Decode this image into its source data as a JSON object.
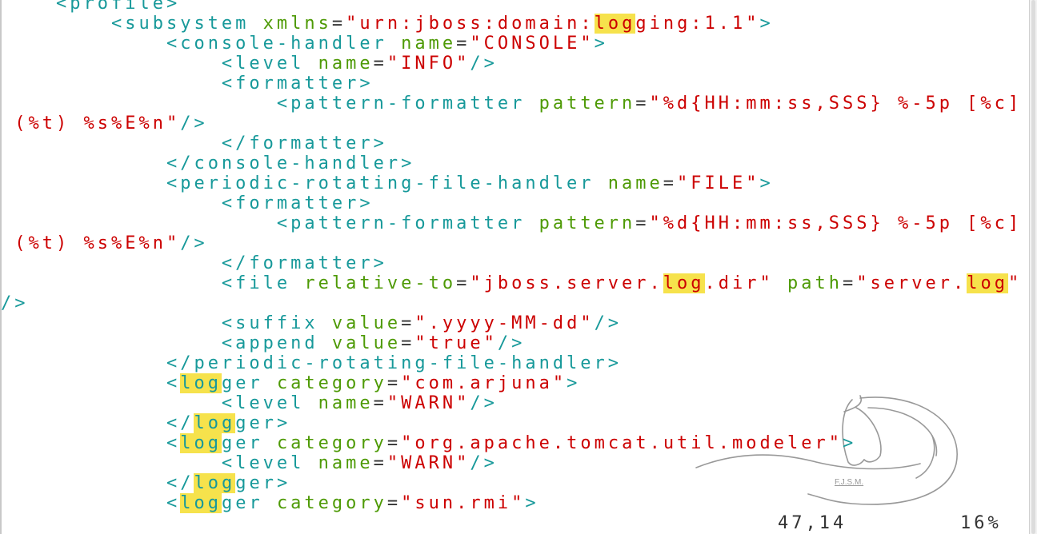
{
  "editor": {
    "colors": {
      "tag": "#17999a",
      "attribute": "#4e9a06",
      "string": "#cc0000",
      "highlight": "#f6e24c"
    },
    "lines": [
      [
        [
          "o",
          "    "
        ],
        [
          "t",
          "<profile>"
        ]
      ],
      [
        [
          "o",
          "        "
        ],
        [
          "t",
          "<subsystem "
        ],
        [
          "a",
          "xmlns"
        ],
        [
          "o",
          "="
        ],
        [
          "s",
          "\"urn:jboss:domain:"
        ],
        [
          "sh",
          "log"
        ],
        [
          "s",
          "ging:1.1\""
        ],
        [
          "t",
          ">"
        ]
      ],
      [
        [
          "o",
          "            "
        ],
        [
          "t",
          "<console-handler "
        ],
        [
          "a",
          "name"
        ],
        [
          "o",
          "="
        ],
        [
          "s",
          "\"CONSOLE\""
        ],
        [
          "t",
          ">"
        ]
      ],
      [
        [
          "o",
          "                "
        ],
        [
          "t",
          "<level "
        ],
        [
          "a",
          "name"
        ],
        [
          "o",
          "="
        ],
        [
          "s",
          "\"INFO\""
        ],
        [
          "t",
          "/>"
        ]
      ],
      [
        [
          "o",
          "                "
        ],
        [
          "t",
          "<formatter>"
        ]
      ],
      [
        [
          "o",
          "                    "
        ],
        [
          "t",
          "<pattern-formatter "
        ],
        [
          "a",
          "pattern"
        ],
        [
          "o",
          "="
        ],
        [
          "s",
          "\"%d{HH:mm:ss,SSS} %-5p [%c]"
        ]
      ],
      [
        [
          "s",
          " (%t) %s%E%n\""
        ],
        [
          "t",
          "/>"
        ]
      ],
      [
        [
          "o",
          "                "
        ],
        [
          "t",
          "</formatter>"
        ]
      ],
      [
        [
          "o",
          "            "
        ],
        [
          "t",
          "</console-handler>"
        ]
      ],
      [
        [
          "o",
          "            "
        ],
        [
          "t",
          "<periodic-rotating-file-handler "
        ],
        [
          "a",
          "name"
        ],
        [
          "o",
          "="
        ],
        [
          "s",
          "\"FILE\""
        ],
        [
          "t",
          ">"
        ]
      ],
      [
        [
          "o",
          "                "
        ],
        [
          "t",
          "<formatter>"
        ]
      ],
      [
        [
          "o",
          "                    "
        ],
        [
          "t",
          "<pattern-formatter "
        ],
        [
          "a",
          "pattern"
        ],
        [
          "o",
          "="
        ],
        [
          "s",
          "\"%d{HH:mm:ss,SSS} %-5p [%c]"
        ]
      ],
      [
        [
          "s",
          " (%t) %s%E%n\""
        ],
        [
          "t",
          "/>"
        ]
      ],
      [
        [
          "o",
          "                "
        ],
        [
          "t",
          "</formatter>"
        ]
      ],
      [
        [
          "o",
          "                "
        ],
        [
          "t",
          "<file "
        ],
        [
          "a",
          "relative-to"
        ],
        [
          "o",
          "="
        ],
        [
          "s",
          "\"jboss.server."
        ],
        [
          "sh",
          "log"
        ],
        [
          "s",
          ".dir\" "
        ],
        [
          "a",
          "path"
        ],
        [
          "o",
          "="
        ],
        [
          "s",
          "\"server."
        ],
        [
          "sh",
          "log"
        ],
        [
          "s",
          "\""
        ]
      ],
      [
        [
          "t",
          "/>"
        ]
      ],
      [
        [
          "o",
          "                "
        ],
        [
          "t",
          "<suffix "
        ],
        [
          "a",
          "value"
        ],
        [
          "o",
          "="
        ],
        [
          "s",
          "\".yyyy-MM-dd\""
        ],
        [
          "t",
          "/>"
        ]
      ],
      [
        [
          "o",
          "                "
        ],
        [
          "t",
          "<append "
        ],
        [
          "a",
          "value"
        ],
        [
          "o",
          "="
        ],
        [
          "s",
          "\"true\""
        ],
        [
          "t",
          "/>"
        ]
      ],
      [
        [
          "o",
          "            "
        ],
        [
          "t",
          "</periodic-rotating-file-handler>"
        ]
      ],
      [
        [
          "o",
          "            "
        ],
        [
          "t",
          "<"
        ],
        [
          "th",
          "log"
        ],
        [
          "t",
          "ger "
        ],
        [
          "a",
          "category"
        ],
        [
          "o",
          "="
        ],
        [
          "s",
          "\"com.arjuna\""
        ],
        [
          "t",
          ">"
        ]
      ],
      [
        [
          "o",
          "                "
        ],
        [
          "t",
          "<level "
        ],
        [
          "a",
          "name"
        ],
        [
          "o",
          "="
        ],
        [
          "s",
          "\"WARN\""
        ],
        [
          "t",
          "/>"
        ]
      ],
      [
        [
          "o",
          "            "
        ],
        [
          "t",
          "</"
        ],
        [
          "th",
          "log"
        ],
        [
          "t",
          "ger>"
        ]
      ],
      [
        [
          "o",
          "            "
        ],
        [
          "t",
          "<"
        ],
        [
          "th",
          "log"
        ],
        [
          "t",
          "ger "
        ],
        [
          "a",
          "category"
        ],
        [
          "o",
          "="
        ],
        [
          "s",
          "\"org.apache.tomcat.util.modeler\""
        ],
        [
          "t",
          ">"
        ]
      ],
      [
        [
          "o",
          "                "
        ],
        [
          "t",
          "<level "
        ],
        [
          "a",
          "name"
        ],
        [
          "o",
          "="
        ],
        [
          "s",
          "\"WARN\""
        ],
        [
          "t",
          "/>"
        ]
      ],
      [
        [
          "o",
          "            "
        ],
        [
          "t",
          "</"
        ],
        [
          "th",
          "log"
        ],
        [
          "t",
          "ger>"
        ]
      ],
      [
        [
          "o",
          "            "
        ],
        [
          "t",
          "<"
        ],
        [
          "th",
          "log"
        ],
        [
          "t",
          "ger "
        ],
        [
          "a",
          "category"
        ],
        [
          "o",
          "="
        ],
        [
          "s",
          "\"sun.rmi\""
        ],
        [
          "t",
          ">"
        ]
      ]
    ]
  },
  "status": {
    "cursor_position": "47,14",
    "scroll_percent": "16%"
  },
  "watermark": {
    "text": "F.J.S.M.",
    "icon": "horse-head-logo"
  }
}
